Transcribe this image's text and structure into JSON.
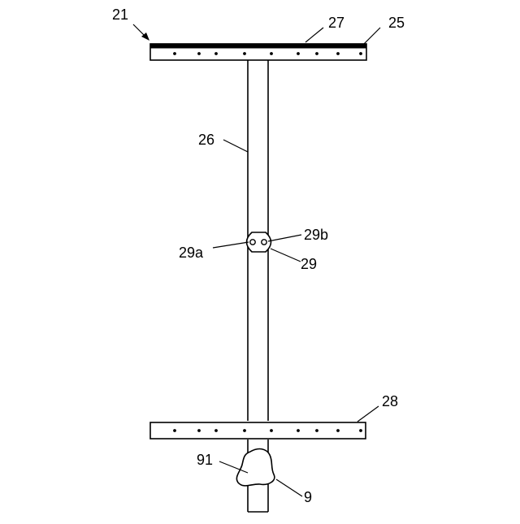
{
  "figure": {
    "labels": {
      "assembly": "21",
      "top_member": "25",
      "top_strip": "27",
      "post": "26",
      "clamp_hole_a": "29a",
      "clamp_hole_b": "29b",
      "clamp": "29",
      "bottom_member": "28",
      "knob": "91",
      "lower_part": "9"
    },
    "top_member_hole_count": 9,
    "bottom_member_hole_count": 9
  }
}
